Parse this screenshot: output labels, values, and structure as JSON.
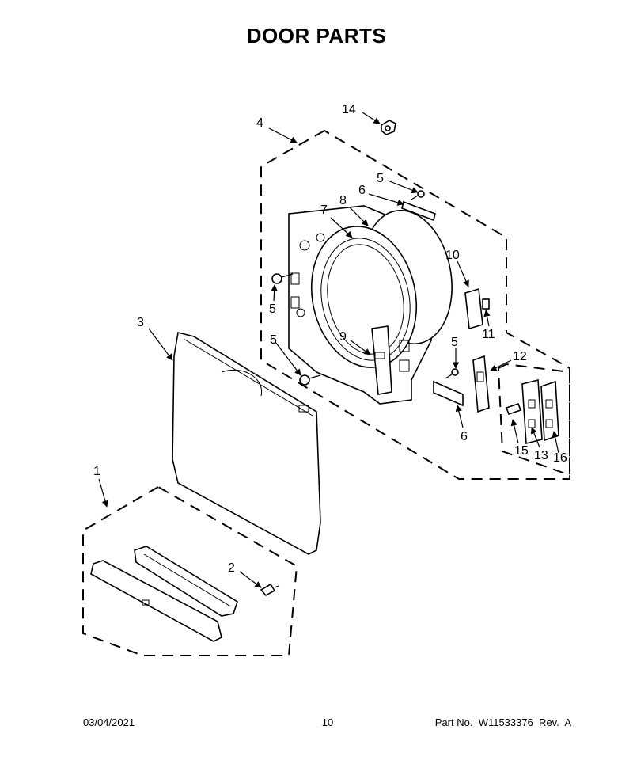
{
  "title": "DOOR PARTS",
  "callouts": [
    "1",
    "2",
    "3",
    "4",
    "5",
    "5",
    "5",
    "5",
    "6",
    "6",
    "7",
    "8",
    "9",
    "10",
    "11",
    "12",
    "13",
    "14",
    "15",
    "16"
  ],
  "footer": {
    "date": "03/04/2021",
    "page": "10",
    "part_number": "Part No.  W11533376  Rev.  A"
  }
}
